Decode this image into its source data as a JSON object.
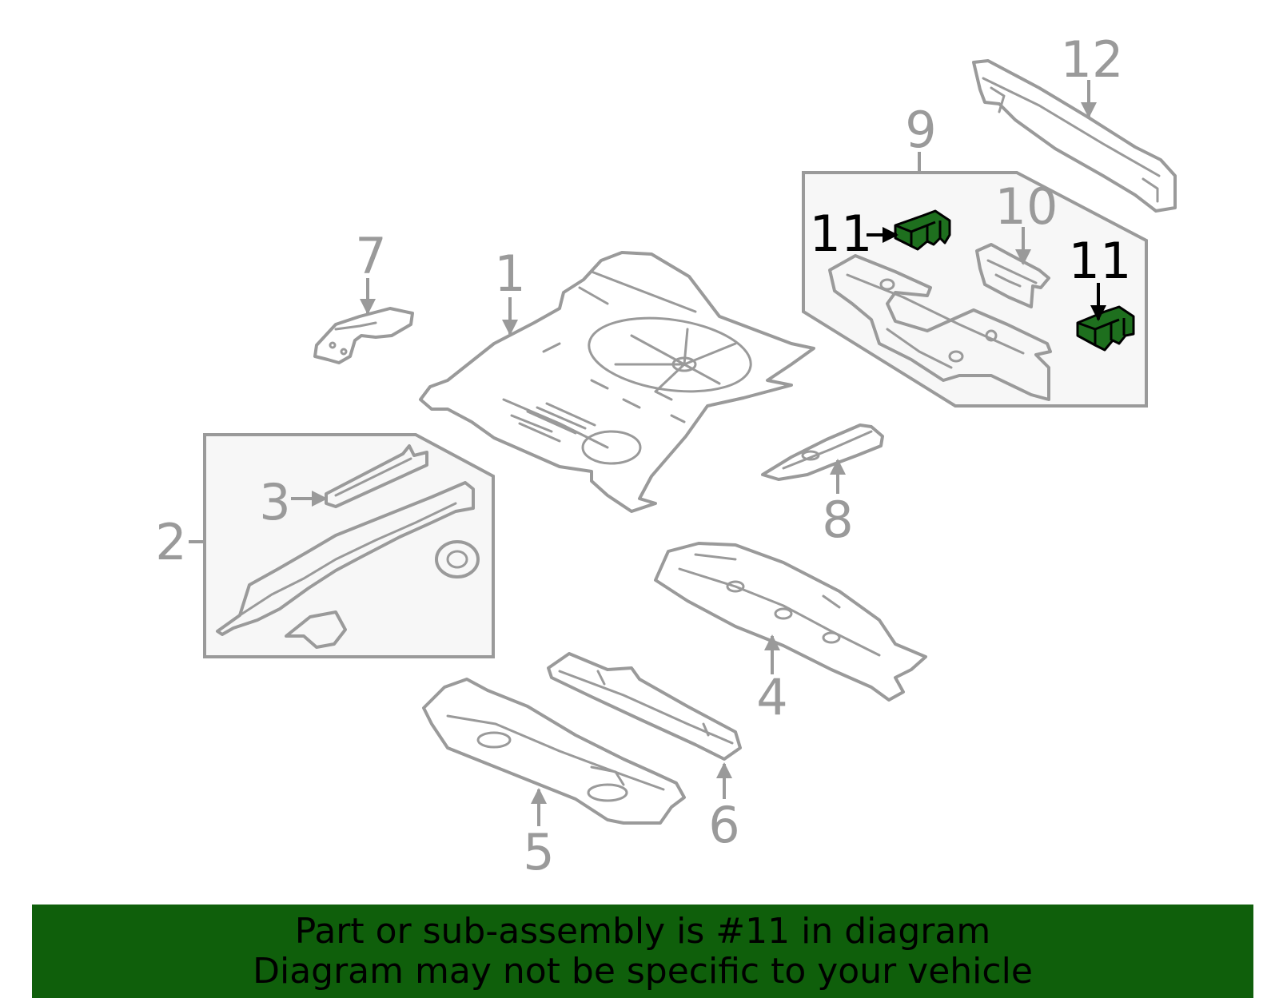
{
  "colors": {
    "line": "#9a9a9a",
    "highlight_fill": "#1e6f1e",
    "highlight_stroke": "#000000",
    "banner_bg": "#0f5f0b",
    "box_fill": "#f7f7f7"
  },
  "callouts": {
    "c1": "1",
    "c2": "2",
    "c3": "3",
    "c4": "4",
    "c5": "5",
    "c6": "6",
    "c7": "7",
    "c8": "8",
    "c9": "9",
    "c10": "10",
    "c11a": "11",
    "c11b": "11",
    "c12": "12"
  },
  "highlighted_part": "11",
  "banner": {
    "line1": "Part or sub-assembly is #11 in diagram",
    "line2": "Diagram may not be specific to your vehicle"
  }
}
